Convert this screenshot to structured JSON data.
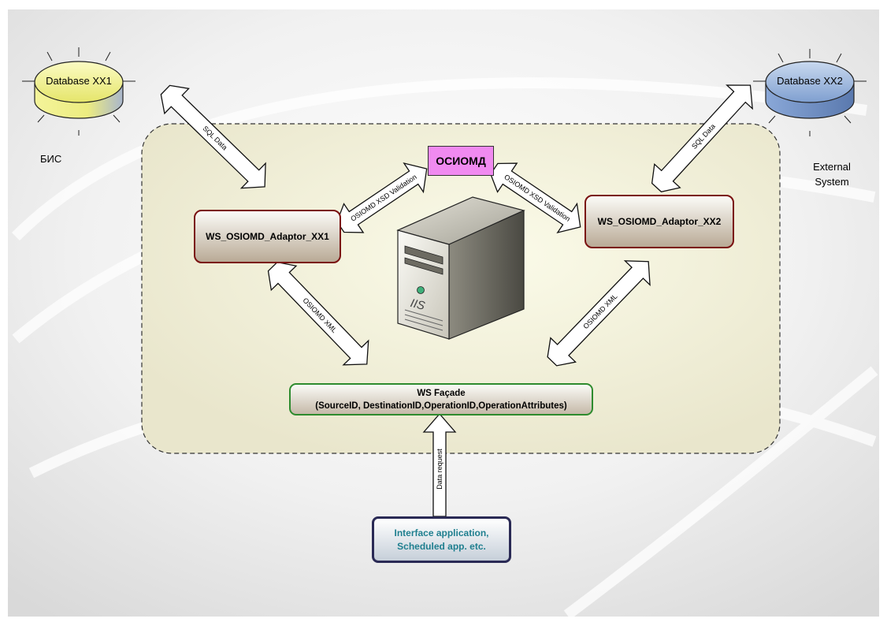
{
  "databases": {
    "left": {
      "label": "Database XX1",
      "caption": "БИС"
    },
    "right": {
      "label": "Database XX2",
      "caption_line1": "External",
      "caption_line2": "System"
    }
  },
  "center_label": "ОСИОМД",
  "server_label": "IIS",
  "adaptors": {
    "left": "WS_OSIOMD_Adaptor_XX1",
    "right": "WS_OSIOMD_Adaptor_XX2"
  },
  "facade": {
    "title": "WS Façade",
    "params": "(SourceID, DestinationID,OperationID,OperationAttributes)"
  },
  "client": {
    "line1": "Interface application,",
    "line2": "Scheduled app. etc."
  },
  "arrows": {
    "sql_left": "SQL Data",
    "sql_right": "SQL Data",
    "xsd_left": "OSIOMD XSD Validation",
    "xsd_right": "OSIOMD XSD Validation",
    "xml_left": "OSIOMD XML",
    "xml_right": "OSIOMD XML",
    "request": "Data request"
  },
  "colors": {
    "db_left": "#e8e878",
    "db_right": "#7f9fd0",
    "center_box": "#f08af0",
    "adaptor_border": "#7a1010",
    "facade_border": "#2e8b2e",
    "client_border": "#2a2a55",
    "client_text": "#1f7f8f"
  }
}
